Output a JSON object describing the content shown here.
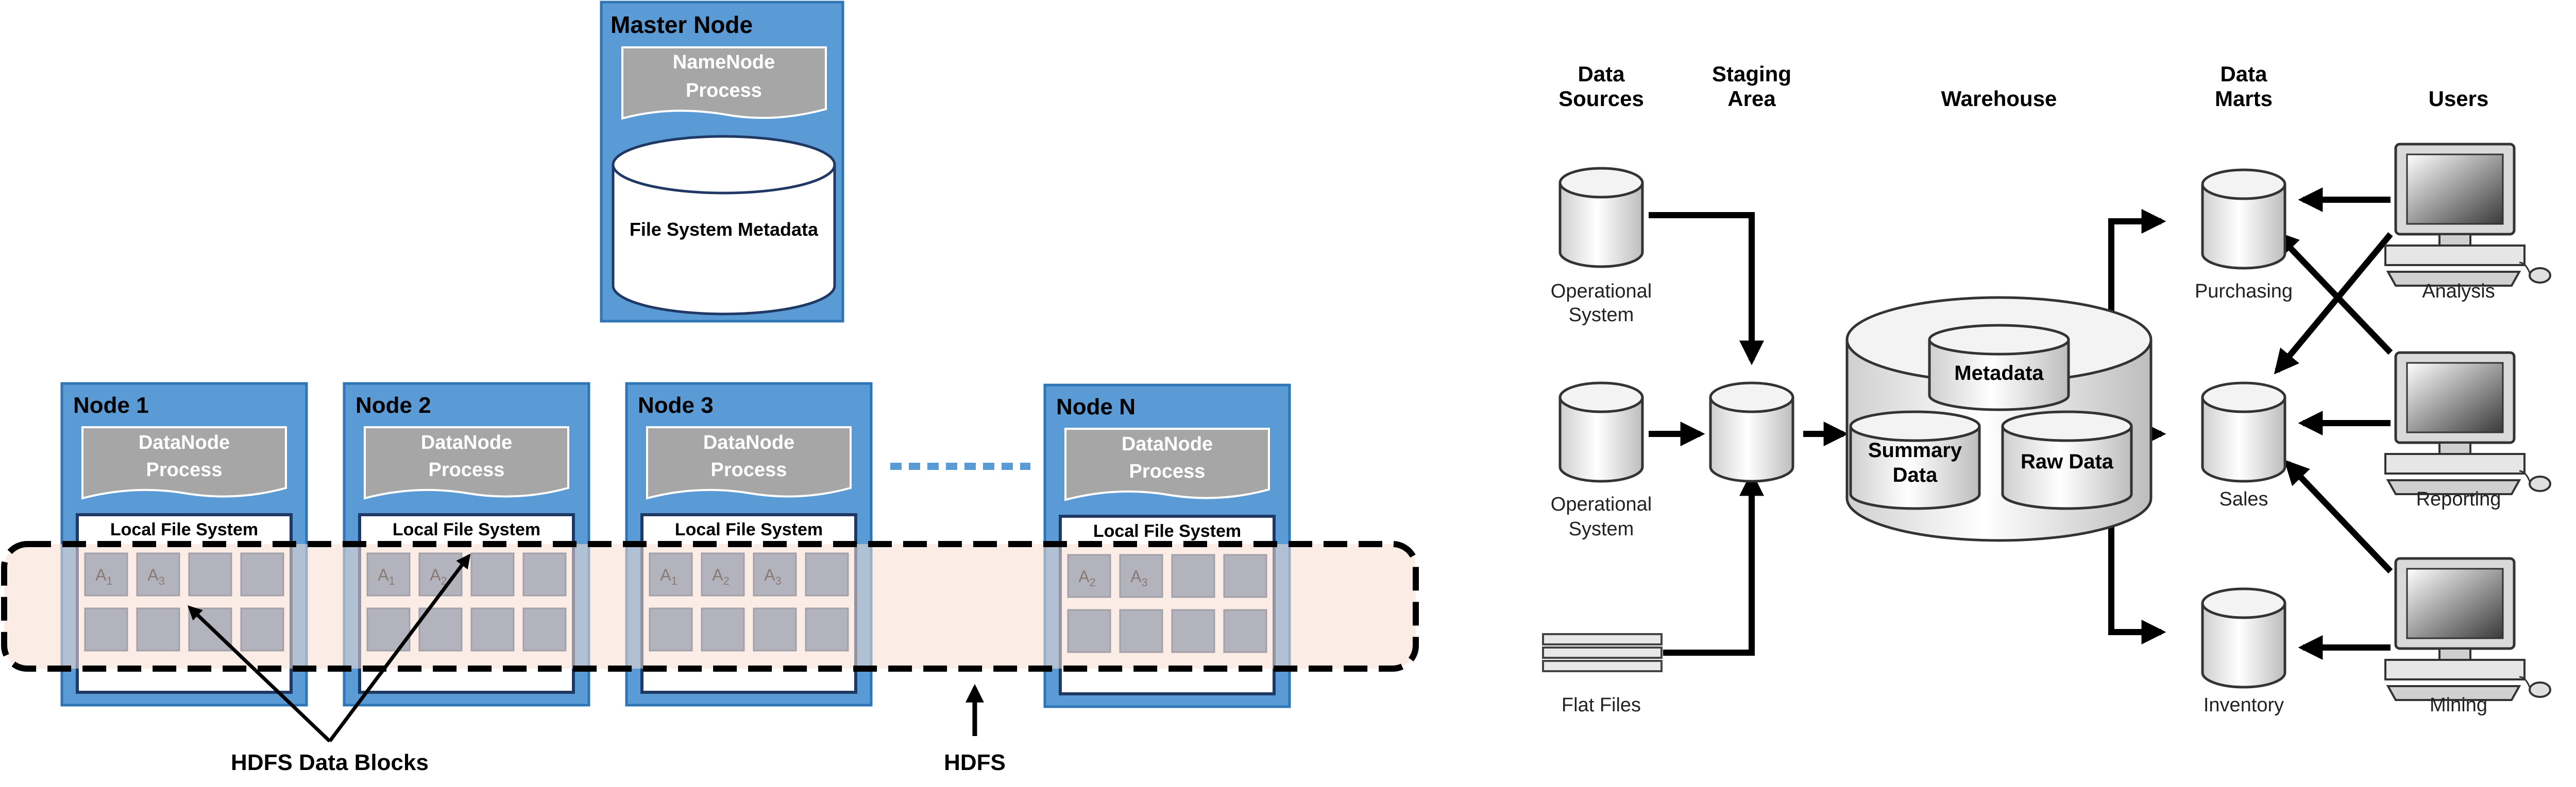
{
  "hdfs": {
    "master": {
      "title": "Master Node",
      "process": [
        "NameNode",
        "Process"
      ],
      "metadata_label": "File System Metadata"
    },
    "nodes": [
      {
        "title": "Node 1",
        "process": [
          "DataNode",
          "Process"
        ],
        "fs_label": "Local File System",
        "blocks": [
          {
            "l": "A",
            "s": "1"
          },
          {
            "l": "A",
            "s": "3"
          },
          null,
          null,
          null,
          null,
          null,
          null
        ]
      },
      {
        "title": "Node 2",
        "process": [
          "DataNode",
          "Process"
        ],
        "fs_label": "Local File System",
        "blocks": [
          {
            "l": "A",
            "s": "1"
          },
          {
            "l": "A",
            "s": "2"
          },
          null,
          null,
          null,
          null,
          null,
          null
        ]
      },
      {
        "title": "Node 3",
        "process": [
          "DataNode",
          "Process"
        ],
        "fs_label": "Local File System",
        "blocks": [
          {
            "l": "A",
            "s": "1"
          },
          {
            "l": "A",
            "s": "2"
          },
          {
            "l": "A",
            "s": "3"
          },
          null,
          null,
          null,
          null,
          null
        ]
      },
      {
        "title": "Node N",
        "process": [
          "DataNode",
          "Process"
        ],
        "fs_label": "Local File System",
        "blocks": [
          {
            "l": "A",
            "s": "2"
          },
          {
            "l": "A",
            "s": "3"
          },
          null,
          null,
          null,
          null,
          null,
          null
        ]
      }
    ],
    "blocks_label": "HDFS Data Blocks",
    "hdfs_label": "HDFS"
  },
  "warehouse": {
    "headers": {
      "data_sources": [
        "Data",
        "Sources"
      ],
      "staging_area": [
        "Staging",
        "Area"
      ],
      "warehouse": [
        "Warehouse"
      ],
      "data_marts": [
        "Data",
        "Marts"
      ],
      "users": [
        "Users"
      ]
    },
    "sources": [
      {
        "label": [
          "Operational",
          "System"
        ]
      },
      {
        "label": [
          "Operational",
          "System"
        ]
      },
      {
        "label": [
          "Flat Files"
        ]
      }
    ],
    "warehouse_parts": {
      "metadata": [
        "Metadata"
      ],
      "summary": [
        "Summary",
        "Data"
      ],
      "raw": [
        "Raw Data"
      ]
    },
    "marts": [
      {
        "label": "Purchasing"
      },
      {
        "label": "Sales"
      },
      {
        "label": "Inventory"
      }
    ],
    "users": [
      {
        "label": "Analysis"
      },
      {
        "label": "Reporting"
      },
      {
        "label": "Mining"
      }
    ]
  },
  "colors": {
    "node_blue": "#5b9bd5",
    "process_gray": "#a6a6a6",
    "block_blue": "#5f7ea4",
    "hdfs_band": "#f7ded2",
    "dotted_blue": "#5b9bd5"
  }
}
